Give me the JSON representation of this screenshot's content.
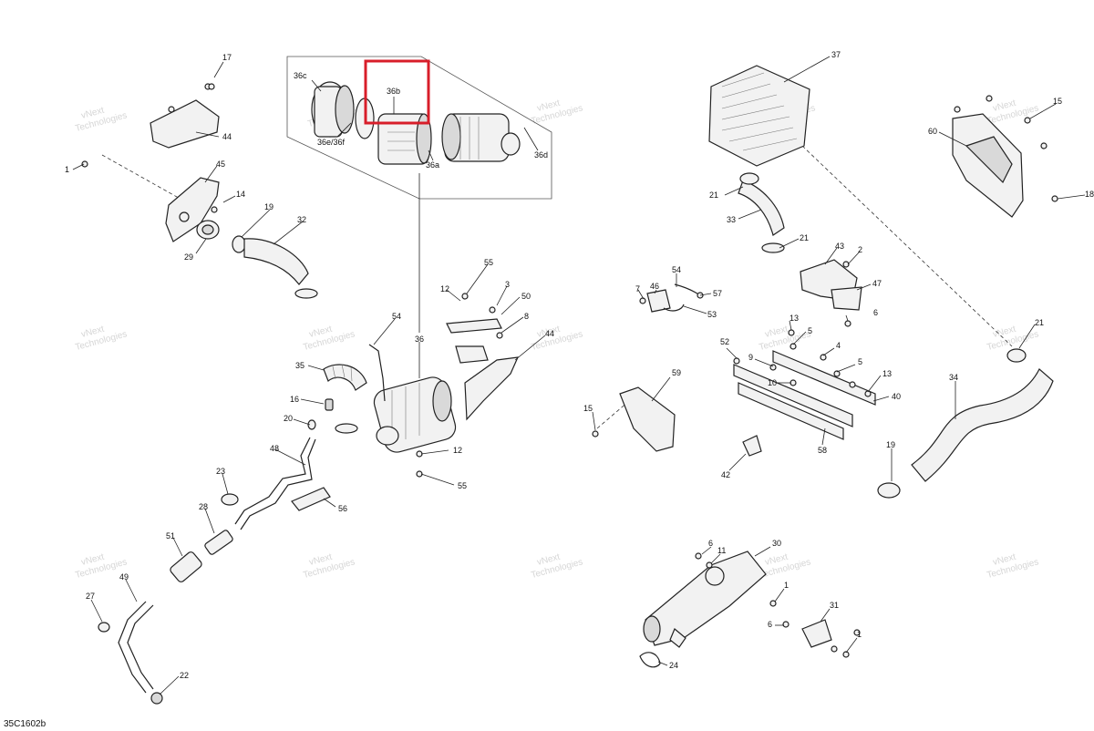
{
  "diagram": {
    "reference_code": "35C1602b",
    "watermark_text": [
      "vNext",
      "Technologies"
    ],
    "highlight_color": "#d81e2a",
    "callouts": {
      "c17": "17",
      "c44": "44",
      "c1a": "1",
      "c45": "45",
      "c14": "14",
      "c29": "29",
      "c19a": "19",
      "c32": "32",
      "c36c": "36c",
      "c36b": "36b",
      "c36e": "36e/36f",
      "c36a": "36a",
      "c36d": "36d",
      "c37": "37",
      "c15a": "15",
      "c60": "60",
      "c18": "18",
      "c21a": "21",
      "c33": "33",
      "c21b": "21",
      "c43": "43",
      "c2": "2",
      "c47": "47",
      "c54a": "54",
      "c57": "57",
      "c7": "7",
      "c46": "46",
      "c53": "53",
      "c55a": "55",
      "c12a": "12",
      "c3": "3",
      "c50": "50",
      "c8": "8",
      "c54b": "54",
      "c36": "36",
      "c44b": "44",
      "c35": "35",
      "c16": "16",
      "c20": "20",
      "c12b": "12",
      "c55b": "55",
      "c48": "48",
      "c23": "23",
      "c56": "56",
      "c28": "28",
      "c51": "51",
      "c49": "49",
      "c27": "27",
      "c22": "22",
      "c59": "59",
      "c15b": "15",
      "c13a": "13",
      "c5a": "5",
      "c6a": "6",
      "c52": "52",
      "c9": "9",
      "c4": "4",
      "c5b": "5",
      "c10": "10",
      "c13b": "13",
      "c40": "40",
      "c58": "58",
      "c42": "42",
      "c21c": "21",
      "c34": "34",
      "c19b": "19",
      "c6b": "6",
      "c11": "11",
      "c30": "30",
      "c1b": "1",
      "c31": "31",
      "c6c": "6",
      "c1c": "1",
      "c24": "24"
    }
  }
}
